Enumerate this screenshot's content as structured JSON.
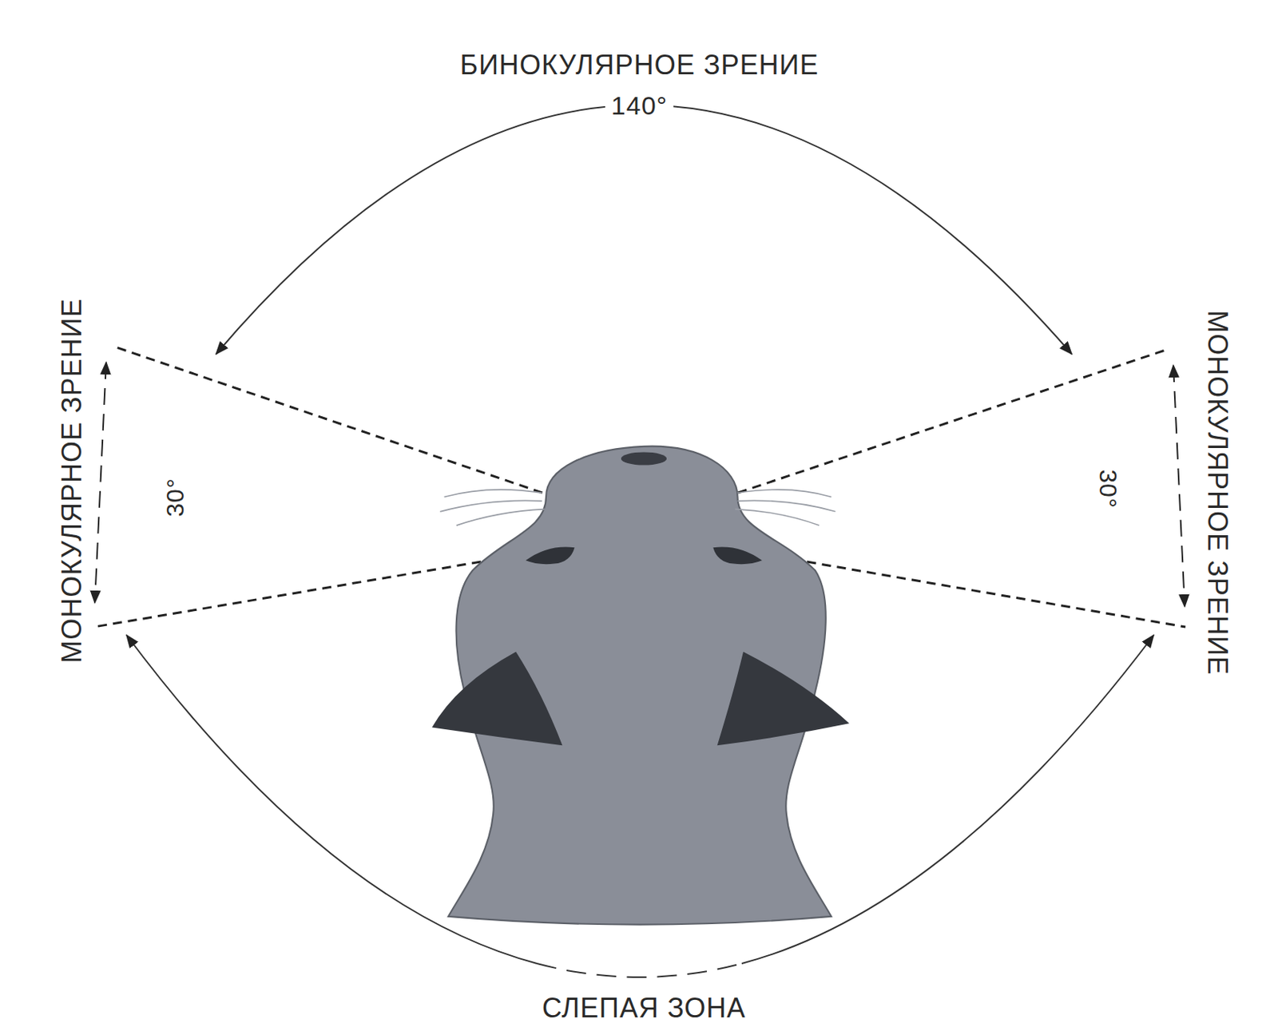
{
  "diagram": {
    "labels": [
      "БИНОКУЛЯРНОЕ ЗРЕНИЕ",
      "140°",
      "МОНОКУЛЯРНОЕ ЗРЕНИЕ",
      "30°",
      "30°",
      "МОНОКУЛЯРНОЕ ЗРЕНИЕ",
      "СЛЕПАЯ ЗОНА"
    ]
  }
}
